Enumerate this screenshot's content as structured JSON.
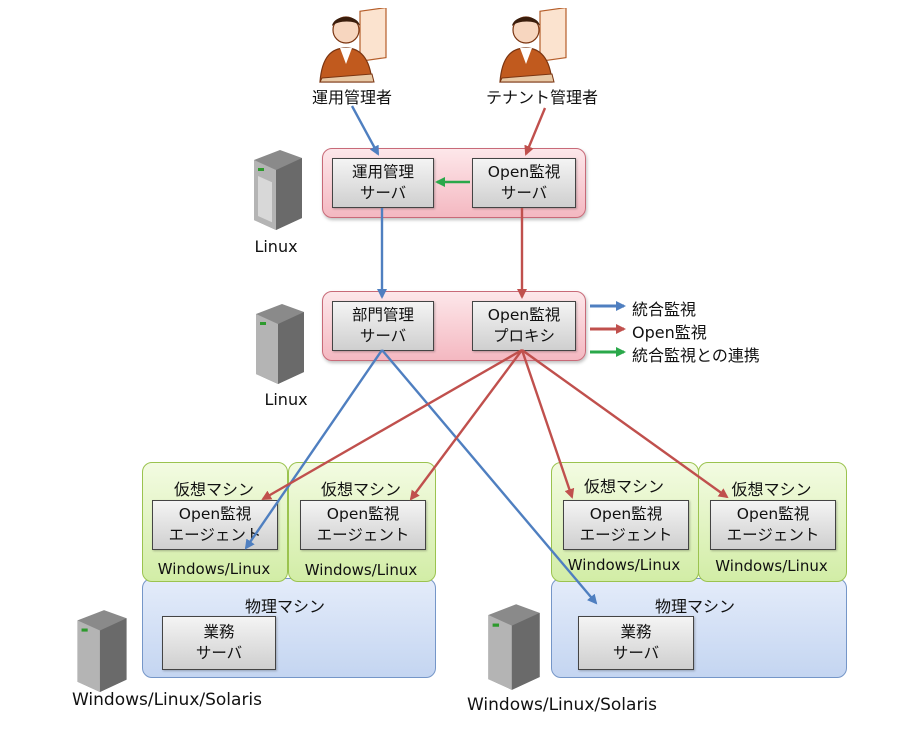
{
  "people": [
    {
      "label": "運用管理者"
    },
    {
      "label": "テナント管理者"
    }
  ],
  "top_tier": {
    "left_box": {
      "line1": "運用管理",
      "line2": "サーバ"
    },
    "right_box": {
      "line1": "Open監視",
      "line2": "サーバ"
    },
    "os_label": "Linux"
  },
  "mid_tier": {
    "left_box": {
      "line1": "部門管理",
      "line2": "サーバ"
    },
    "right_box": {
      "line1": "Open監視",
      "line2": "プロキシ"
    },
    "os_label": "Linux"
  },
  "legend": [
    {
      "label": "統合監視",
      "color": "#4f7fc0"
    },
    {
      "label": "Open監視",
      "color": "#c0504d"
    },
    {
      "label": "統合監視との連携",
      "color": "#2aa84a"
    }
  ],
  "vm_groups": [
    {
      "title": "仮想マシン",
      "line1": "Open監視",
      "line2": "エージェント",
      "os": "Windows/Linux"
    },
    {
      "title": "仮想マシン",
      "line1": "Open監視",
      "line2": "エージェント",
      "os": "Windows/Linux"
    },
    {
      "title": "仮想マシン",
      "line1": "Open監視",
      "line2": "エージェント",
      "os": "Windows/Linux"
    },
    {
      "title": "仮想マシン",
      "line1": "Open監視",
      "line2": "エージェント",
      "os": "Windows/Linux"
    }
  ],
  "physical": [
    {
      "title": "物理マシン",
      "line1": "業務",
      "line2": "サーバ",
      "os": "Windows/Linux/Solaris"
    },
    {
      "title": "物理マシン",
      "line1": "業務",
      "line2": "サーバ",
      "os": "Windows/Linux/Solaris"
    }
  ],
  "colors": {
    "blue_arrow": "#4f7fc0",
    "red_arrow": "#c0504d",
    "green_arrow": "#2aa84a"
  }
}
